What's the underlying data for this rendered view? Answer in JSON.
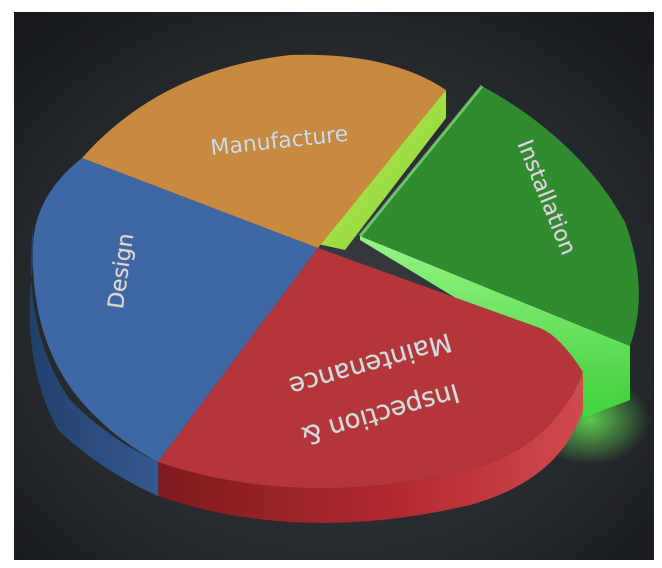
{
  "image": {
    "subject": "3D exploded pie chart with four labeled segments",
    "background_color": "#24272b",
    "frame_color": "#ffffff"
  },
  "segments": [
    {
      "label": "Manufacture",
      "top_color": "#c88a3e",
      "side_color": "#8f5f24",
      "exploded": false
    },
    {
      "label": "Installation",
      "top_color": "#2f8c2f",
      "side_color": "#6cf06a",
      "exploded": true,
      "glow": true
    },
    {
      "label": "Inspection & Maintenance",
      "label_lines": [
        "Inspection &",
        "Maintenance"
      ],
      "top_color": "#b5363a",
      "side_color": "#8e1f24",
      "exploded": false
    },
    {
      "label": "Design",
      "top_color": "#3f67a4",
      "side_color": "#2b4c7e",
      "exploded": false
    }
  ]
}
